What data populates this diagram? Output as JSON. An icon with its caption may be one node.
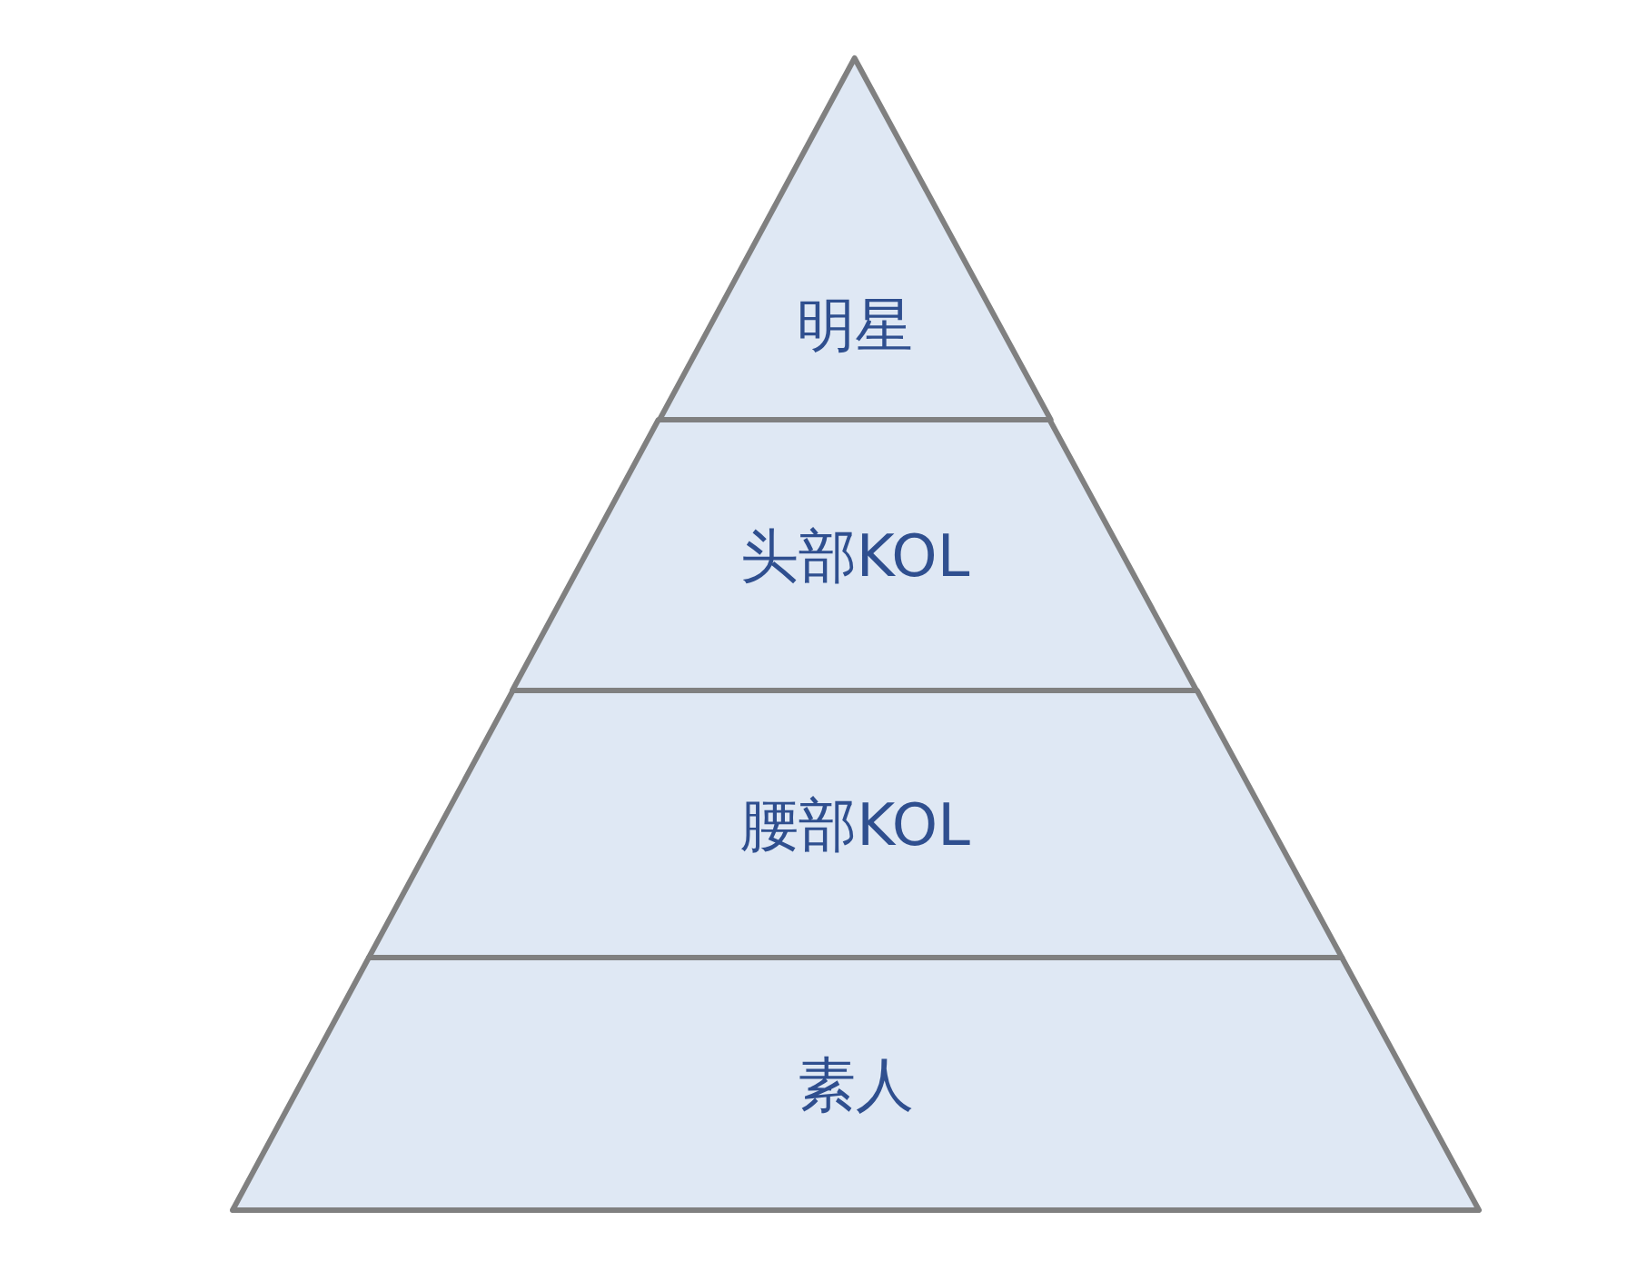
{
  "diagram": {
    "nodes": [
      {
        "text": [
          "明星"
        ]
      },
      {
        "text": [
          "头部KOL"
        ]
      },
      {
        "text": [
          "腰部KOL"
        ]
      },
      {
        "text": [
          "素人"
        ]
      }
    ]
  }
}
